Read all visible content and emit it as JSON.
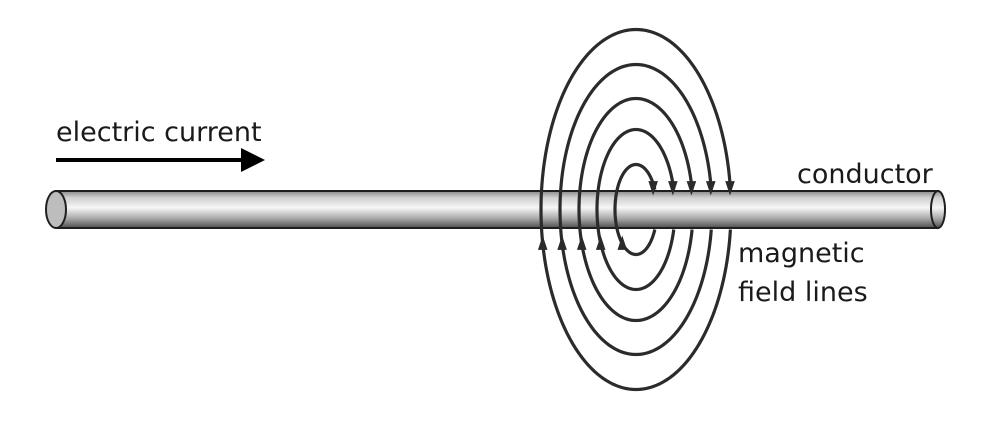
{
  "labels": {
    "current": "electric current",
    "conductor": "conductor",
    "field_line1": "magnetic",
    "field_line2": "field lines"
  },
  "colors": {
    "stroke": "#2b2b2b",
    "arrow": "#000000",
    "rod_dark": "#5a5a5a",
    "rod_light": "#f4f4f4",
    "rod_end": "#bdbdbd"
  },
  "icons": {
    "current_arrow": "right-arrow-icon",
    "field_arrows": "triangle-arrowhead-icon"
  }
}
